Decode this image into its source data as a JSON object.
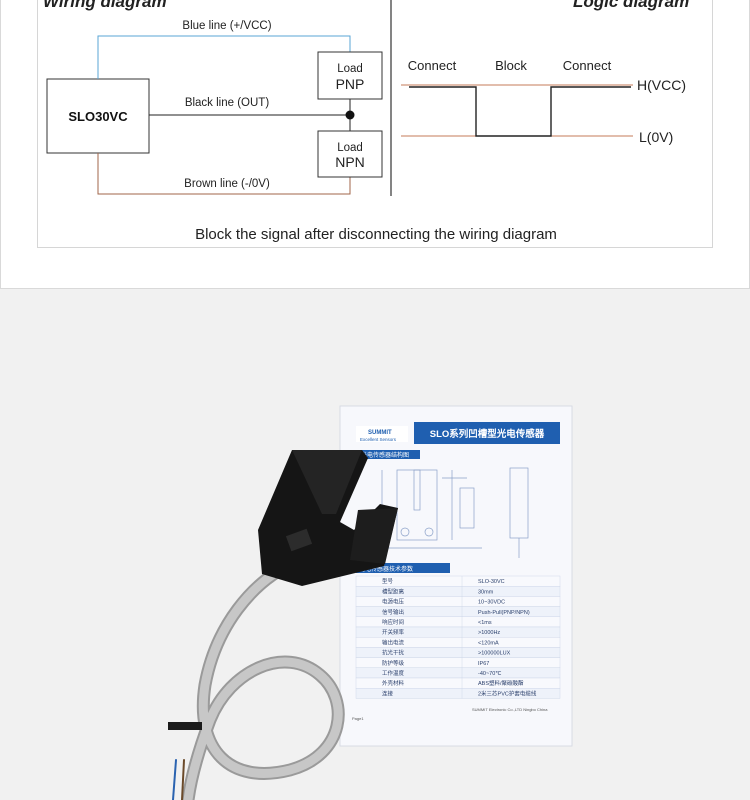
{
  "wiring": {
    "title": "Wiring diagram",
    "device": "SLO30VC",
    "blue_line": "Blue line (+/VCC)",
    "black_line": "Black line (OUT)",
    "brown_line": "Brown line (-/0V)",
    "load_pnp": {
      "label": "Load",
      "type": "PNP"
    },
    "load_npn": {
      "label": "Load",
      "type": "NPN"
    }
  },
  "logic": {
    "title": "Logic diagram",
    "phases": [
      "Connect",
      "Block",
      "Connect"
    ],
    "high": "H(VCC)",
    "low": "L(0V)"
  },
  "caption": "Block the signal after disconnecting the wiring  diagram",
  "manual": {
    "brand": "SUMMIT",
    "brand_sub": "Excellent Sensors",
    "header": "SLO系列凹槽型光电传感器",
    "section1": "光电传感器结构图",
    "section2": "光电传感器技术参数",
    "spec_rows": [
      [
        "型号",
        "SLO-30VC"
      ],
      [
        "槽型距离",
        "30mm"
      ],
      [
        "电源电压",
        "10~30VDC"
      ],
      [
        "信号输出",
        "Push-Pull(PNP/NPN)"
      ],
      [
        "响应时间",
        "<1ms"
      ],
      [
        "开关频率",
        ">1000Hz"
      ],
      [
        "输出电流",
        "<120mA"
      ],
      [
        "抗光干扰",
        ">100000LUX"
      ],
      [
        "防护等级",
        "IP67"
      ],
      [
        "工作温度",
        "-40~70℃"
      ],
      [
        "外壳材料",
        "ABS塑料/聚碳酸酯"
      ],
      [
        "连接",
        "2米三芯PVC护套电缆线"
      ]
    ],
    "footer_page": "Page1",
    "footer_company": "SUMMIT Electronic Co.,LTD Ningbo China"
  },
  "colors": {
    "blue_wire": "#5aa6d6",
    "black_wire": "#222222",
    "brown_wire": "#a0664a",
    "manual_header": "#1f5fb0"
  }
}
